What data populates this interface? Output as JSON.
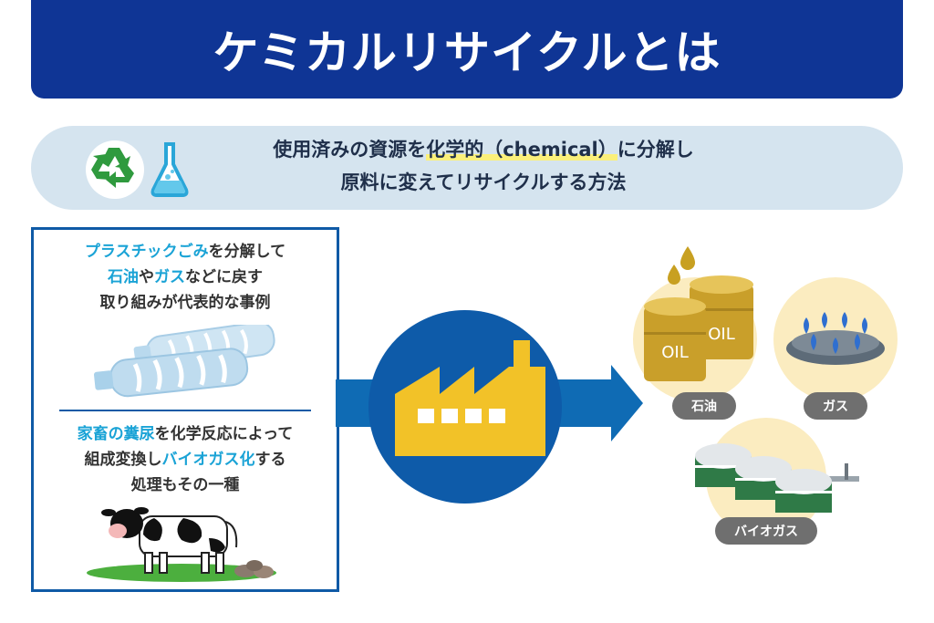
{
  "title": "ケミカルリサイクルとは",
  "definition": {
    "line1_pre": "使用済みの資源を",
    "line1_hl": "化学的（chemical）",
    "line1_post": "に分解し",
    "line2": "原料に変えてリサイクルする方法"
  },
  "example1": {
    "line1_em": "プラスチックごみ",
    "line1_rest": "を分解して",
    "line2_em1": "石油",
    "line2_mid": "や",
    "line2_em2": "ガス",
    "line2_rest": "などに戻す",
    "line3": "取り組みが代表的な事例"
  },
  "example2": {
    "line1_em": "家畜の糞尿",
    "line1_rest": "を化学反応によって",
    "line2_pre": "組成変換し",
    "line2_em": "バイオガス化",
    "line2_rest": "する",
    "line3": "処理もその一種"
  },
  "products": {
    "oil_label": "石油",
    "gas_label": "ガス",
    "biogas_label": "バイオガス",
    "barrel_text_front": "OIL",
    "barrel_text_back": "OIL"
  },
  "colors": {
    "navy": "#0f3595",
    "blue": "#0f5aa6",
    "light_blue_pill": "#d5e4ef",
    "accent_cyan": "#1aa3d6",
    "factory_yellow": "#f2c228",
    "highlight_yellow": "#fbf07a",
    "label_gray": "#6f6f6f"
  },
  "icons": [
    "recycle-icon",
    "flask-icon",
    "pet-bottles-illustration",
    "cow-illustration",
    "factory-icon",
    "arrow-icon",
    "oil-drop-icon",
    "oil-barrel-icon",
    "gas-burner-icon",
    "biogas-tank-icon"
  ]
}
